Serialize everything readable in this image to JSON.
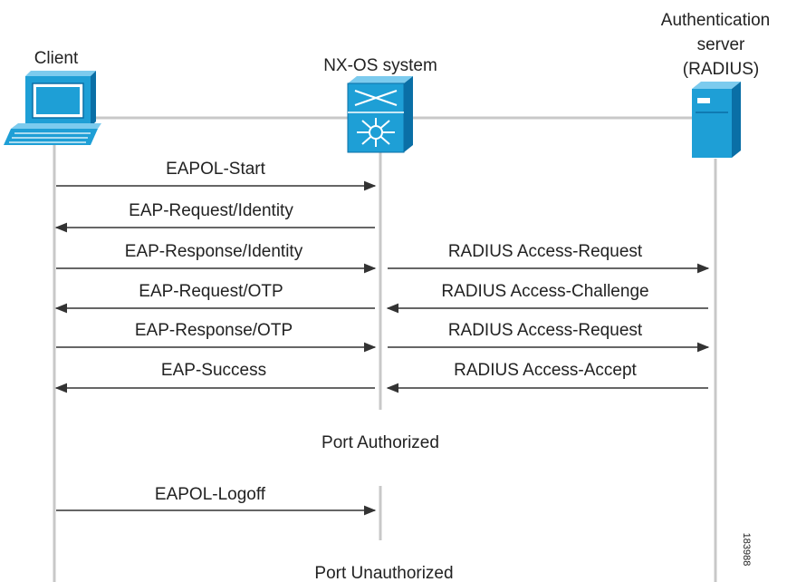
{
  "entities": {
    "client": {
      "label": "Client",
      "icon": "computer-icon"
    },
    "switch": {
      "label": "NX-OS system",
      "icon": "switch-icon"
    },
    "server": {
      "label_lines": [
        "Authentication",
        "server",
        "(RADIUS)"
      ],
      "icon": "server-icon"
    }
  },
  "messages": {
    "client_side": [
      {
        "text": "EAPOL-Start",
        "direction": "right"
      },
      {
        "text": "EAP-Request/Identity",
        "direction": "left"
      },
      {
        "text": "EAP-Response/Identity",
        "direction": "right"
      },
      {
        "text": "EAP-Request/OTP",
        "direction": "left"
      },
      {
        "text": "EAP-Response/OTP",
        "direction": "right"
      },
      {
        "text": "EAP-Success",
        "direction": "left"
      }
    ],
    "server_side": [
      {
        "text": "RADIUS Access-Request",
        "direction": "right"
      },
      {
        "text": "RADIUS Access-Challenge",
        "direction": "left"
      },
      {
        "text": "RADIUS Access-Request",
        "direction": "right"
      },
      {
        "text": "RADIUS Access-Accept",
        "direction": "left"
      }
    ],
    "logoff": {
      "text": "EAPOL-Logoff",
      "direction": "right"
    }
  },
  "states": {
    "authorized": "Port Authorized",
    "unauthorized": "Port Unauthorized"
  },
  "figure_id": "183988",
  "colors": {
    "icon_blue": "#1e9fd6",
    "icon_dark": "#0a6fa6",
    "line_gray": "#c8c8c8",
    "arrow": "#333333"
  }
}
